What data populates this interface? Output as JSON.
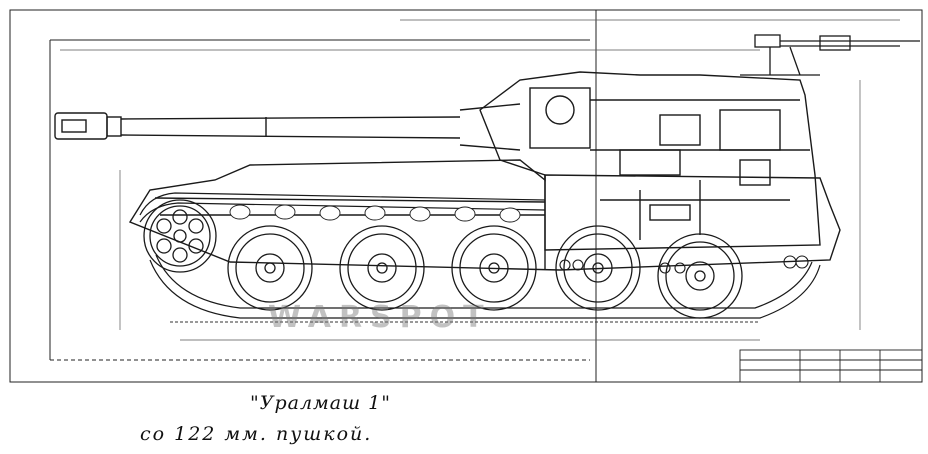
{
  "caption": {
    "line1": "\"Уралмаш 1\"",
    "line2": "со 122 мм. пушкой."
  },
  "watermark": {
    "text": "WARSPOT"
  },
  "colors": {
    "ink": "#1a1a1a",
    "paper": "#ffffff",
    "watermark": "#8a8a8a"
  }
}
